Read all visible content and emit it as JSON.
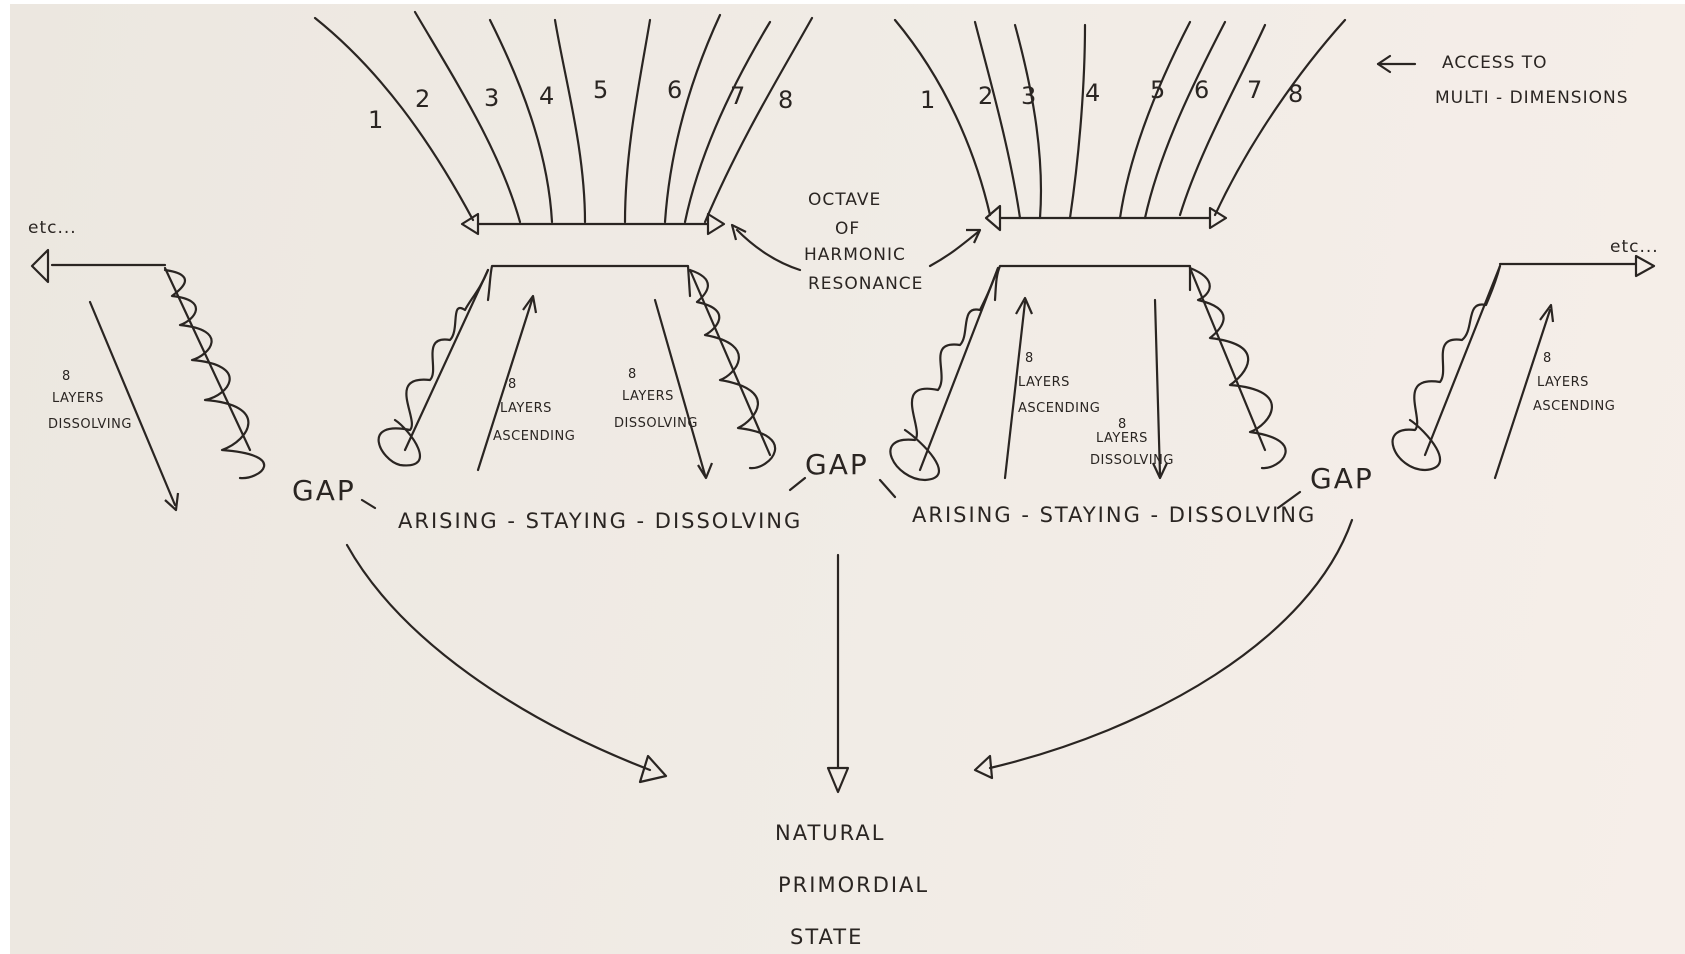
{
  "numbers_left": [
    "1",
    "2",
    "3",
    "4",
    "5",
    "6",
    "7",
    "8"
  ],
  "numbers_right": [
    "1",
    "2",
    "3",
    "4",
    "5",
    "6",
    "7",
    "8"
  ],
  "access_line1": "ACCESS TO",
  "access_line2": "MULTI - DIMENSIONS",
  "octave": [
    "OCTAVE",
    "OF",
    "HARMONIC",
    "RESONANCE"
  ],
  "etc_left": "etc...",
  "etc_right": "etc...",
  "eight": "8",
  "layers": "LAYERS",
  "dissolving": "DISSOLVING",
  "ascending": "ASCENDING",
  "gap": "GAP",
  "cycle_left": "ARISING - STAYING - DISSOLVING",
  "cycle_right": "ARISING - STAYING - DISSOLVING",
  "state": [
    "NATURAL",
    "PRIMORDIAL",
    "STATE"
  ],
  "colors": {
    "ink": "#2a2522",
    "paper": "#efe9e3"
  }
}
